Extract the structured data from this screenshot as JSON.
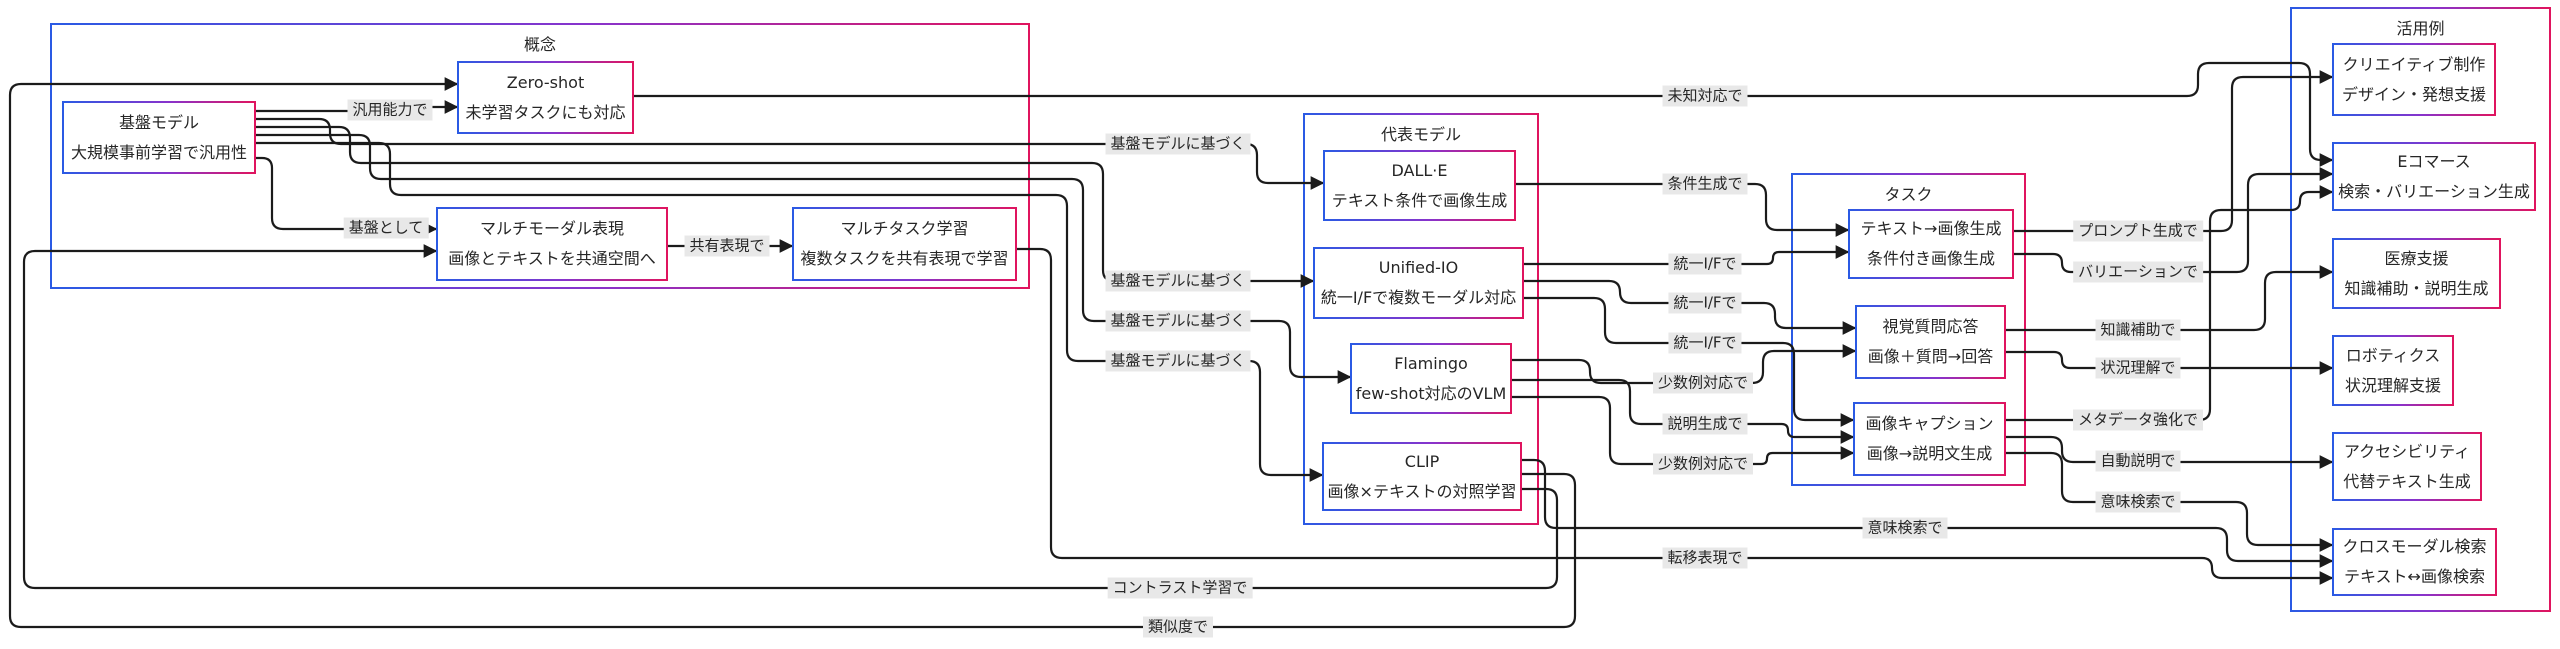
{
  "diagram": {
    "clusters": [
      {
        "id": "concept",
        "label": "概念"
      },
      {
        "id": "models",
        "label": "代表モデル"
      },
      {
        "id": "tasks",
        "label": "タスク"
      },
      {
        "id": "usecases",
        "label": "活用例"
      }
    ],
    "nodes": [
      {
        "id": "foundation",
        "cluster": "concept",
        "title": "基盤モデル",
        "subtitle": "大規模事前学習で汎用性"
      },
      {
        "id": "zeroshot",
        "cluster": "concept",
        "title": "Zero-shot",
        "subtitle": "未学習タスクにも対応"
      },
      {
        "id": "multimodal-rep",
        "cluster": "concept",
        "title": "マルチモーダル表現",
        "subtitle": "画像とテキストを共通空間へ"
      },
      {
        "id": "multitask",
        "cluster": "concept",
        "title": "マルチタスク学習",
        "subtitle": "複数タスクを共有表現で学習"
      },
      {
        "id": "dalle",
        "cluster": "models",
        "title": "DALL·E",
        "subtitle": "テキスト条件で画像生成"
      },
      {
        "id": "unified-io",
        "cluster": "models",
        "title": "Unified-IO",
        "subtitle": "統一I/Fで複数モーダル対応"
      },
      {
        "id": "flamingo",
        "cluster": "models",
        "title": "Flamingo",
        "subtitle": "few-shot対応のVLM"
      },
      {
        "id": "clip",
        "cluster": "models",
        "title": "CLIP",
        "subtitle": "画像×テキストの対照学習"
      },
      {
        "id": "text2image",
        "cluster": "tasks",
        "title": "テキスト→画像生成",
        "subtitle": "条件付き画像生成"
      },
      {
        "id": "vqa",
        "cluster": "tasks",
        "title": "視覚質問応答",
        "subtitle": "画像＋質問→回答"
      },
      {
        "id": "captioning",
        "cluster": "tasks",
        "title": "画像キャプション",
        "subtitle": "画像→説明文生成"
      },
      {
        "id": "creative",
        "cluster": "usecases",
        "title": "クリエイティブ制作",
        "subtitle": "デザイン・発想支援"
      },
      {
        "id": "ecommerce",
        "cluster": "usecases",
        "title": "Eコマース",
        "subtitle": "検索・バリエーション生成"
      },
      {
        "id": "medical",
        "cluster": "usecases",
        "title": "医療支援",
        "subtitle": "知識補助・説明生成"
      },
      {
        "id": "robotics",
        "cluster": "usecases",
        "title": "ロボティクス",
        "subtitle": "状況理解支援"
      },
      {
        "id": "accessibility",
        "cluster": "usecases",
        "title": "アクセシビリティ",
        "subtitle": "代替テキスト生成"
      },
      {
        "id": "crossmodal-search",
        "cluster": "usecases",
        "title": "クロスモーダル検索",
        "subtitle": "テキスト↔画像検索"
      }
    ],
    "edges": [
      {
        "from": "foundation",
        "to": "zeroshot",
        "label": "汎用能力で"
      },
      {
        "from": "foundation",
        "to": "multimodal-rep",
        "label": "基盤として"
      },
      {
        "from": "multimodal-rep",
        "to": "multitask",
        "label": "共有表現で"
      },
      {
        "from": "foundation",
        "to": "dalle",
        "label": "基盤モデルに基づく"
      },
      {
        "from": "foundation",
        "to": "unified-io",
        "label": "基盤モデルに基づく"
      },
      {
        "from": "foundation",
        "to": "flamingo",
        "label": "基盤モデルに基づく"
      },
      {
        "from": "foundation",
        "to": "clip",
        "label": "基盤モデルに基づく"
      },
      {
        "from": "zeroshot",
        "to": "ecommerce",
        "label": "未知対応で"
      },
      {
        "from": "dalle",
        "to": "text2image",
        "label": "条件生成で"
      },
      {
        "from": "unified-io",
        "to": "text2image",
        "label": "統一I/Fで"
      },
      {
        "from": "unified-io",
        "to": "vqa",
        "label": "統一I/Fで"
      },
      {
        "from": "unified-io",
        "to": "captioning",
        "label": "統一I/Fで"
      },
      {
        "from": "flamingo",
        "to": "vqa",
        "label": "少数例対応で"
      },
      {
        "from": "flamingo",
        "to": "captioning",
        "label": "説明生成で"
      },
      {
        "from": "flamingo",
        "to": "captioning",
        "label": "少数例対応で"
      },
      {
        "from": "text2image",
        "to": "creative",
        "label": "プロンプト生成で"
      },
      {
        "from": "text2image",
        "to": "ecommerce",
        "label": "バリエーションで"
      },
      {
        "from": "vqa",
        "to": "medical",
        "label": "知識補助で"
      },
      {
        "from": "vqa",
        "to": "robotics",
        "label": "状況理解で"
      },
      {
        "from": "captioning",
        "to": "ecommerce",
        "label": "メタデータ強化で"
      },
      {
        "from": "captioning",
        "to": "accessibility",
        "label": "自動説明で"
      },
      {
        "from": "captioning",
        "to": "crossmodal-search",
        "label": "意味検索で"
      },
      {
        "from": "clip",
        "to": "crossmodal-search",
        "label": "意味検索で"
      },
      {
        "from": "multitask",
        "to": "crossmodal-search",
        "label": "転移表現で"
      },
      {
        "from": "clip",
        "to": "multimodal-rep",
        "label": "コントラスト学習で"
      },
      {
        "from": "clip",
        "to": "zeroshot",
        "label": "類似度で"
      }
    ],
    "colors": {
      "border_gradient_blue": "#2a5ae4",
      "border_gradient_purple": "#8833cc",
      "border_gradient_pink": "#e0145e",
      "edge_line": "#1b1b1b",
      "edge_label_background": "#e8e8e8",
      "text": "#262626",
      "background": "#ffffff"
    }
  }
}
